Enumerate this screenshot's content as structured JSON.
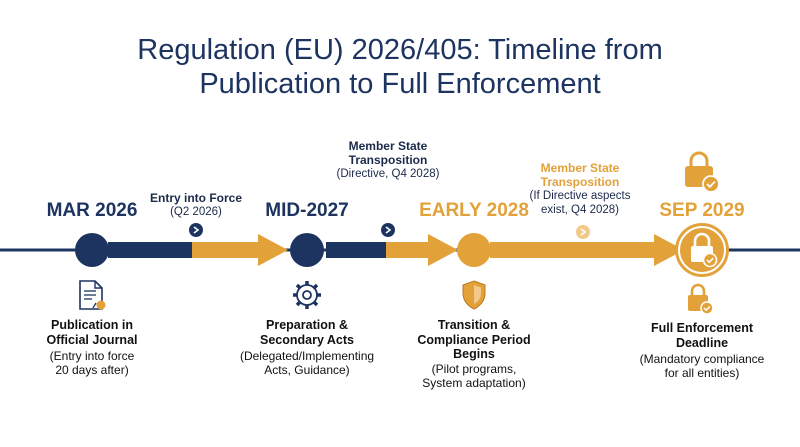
{
  "title_line1": "Regulation (EU) 2026/405: Timeline from",
  "title_line2": "Publication to Full Enforcement",
  "milestones": [
    {
      "date": "MAR 2026",
      "title_lines": [
        "Publication in",
        "Official Journal"
      ],
      "sub_lines": [
        "(Entry into force",
        "20 days after)"
      ],
      "icon": "document-icon",
      "color": "#1d3461"
    },
    {
      "date": "MID-2027",
      "title_lines": [
        "Preparation &",
        "Secondary Acts"
      ],
      "sub_lines": [
        "(Delegated/Implementing",
        "Acts, Guidance)"
      ],
      "icon": "gear-icon",
      "color": "#1d3461"
    },
    {
      "date": "EARLY 2028",
      "title_lines": [
        "Transition &",
        "Compliance Period",
        "Begins"
      ],
      "sub_lines": [
        "(Pilot programs,",
        "System adaptation)"
      ],
      "icon": "shield-icon",
      "color": "#e3a13a"
    },
    {
      "date": "SEP 2029",
      "title_lines": [
        "Full Enforcement",
        "Deadline"
      ],
      "sub_lines": [
        "(Mandatory compliance",
        "for all entities)"
      ],
      "icon": "lock-check-icon",
      "color": "#e3a13a"
    }
  ],
  "interim": [
    {
      "title_lines": [
        "Entry into Force"
      ],
      "sub": "(Q2 2026)"
    },
    {
      "title_lines": [
        "Member State",
        "Transposition"
      ],
      "sub": "(Directive,  Q4 2028)"
    },
    {
      "title_lines": [
        "Member State",
        "Transposition"
      ],
      "sub_lines": [
        "(If Directive aspects",
        "exist, Q4 2028)"
      ]
    }
  ],
  "colors": {
    "navy": "#1d3461",
    "gold": "#e3a13a",
    "line": "#1d3461"
  }
}
